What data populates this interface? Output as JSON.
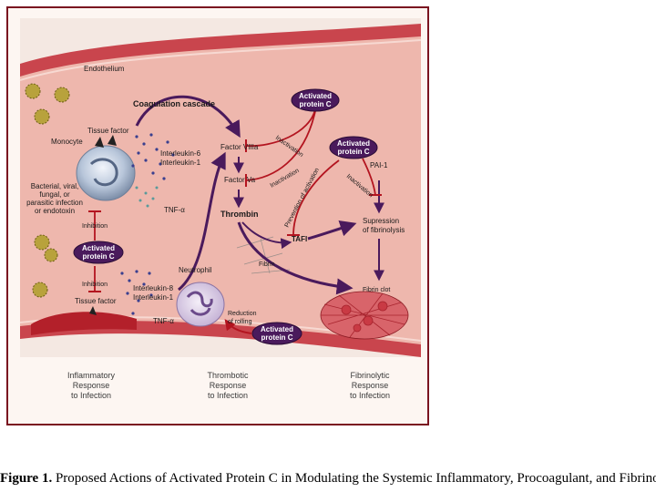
{
  "figure": {
    "endothelium": "Endothelium",
    "coagulation_cascade": "Coagulation cascade",
    "activated_protein_c": [
      "Activated",
      "protein C"
    ],
    "tissue_factor": "Tissue factor",
    "monocyte": "Monocyte",
    "interleukin_6": "Interleukin-6",
    "interleukin_1": "Interleukin-1",
    "tnf_alpha": "TNF-α",
    "infection_lines": [
      "Bacterial, viral,",
      "fungal, or",
      "parasitic infection",
      "or endotoxin"
    ],
    "inhibition": "Inhibition",
    "neutrophil": "Neutrophil",
    "interleukin_8": "Interleukin-8",
    "factor_viiia": "Factor VIIIa",
    "factor_va": "Factor Va",
    "thrombin": "Thrombin",
    "inactivation": "Inactivation",
    "prevention_of_activation": "Prevention of activation",
    "pai_1": "PAI-1",
    "tafi": "TAFI",
    "suppression_lines": [
      "Supression",
      "of fibrinolysis"
    ],
    "fibrin": "Fibrin",
    "fibrin_clot": "Fibrin clot",
    "reduction_lines": [
      "Reduction",
      "of rolling"
    ],
    "responses": [
      [
        "Inflammatory",
        "Response",
        "to Infection"
      ],
      [
        "Thrombotic",
        "Response",
        "to Infection"
      ],
      [
        "Fibrinolytic",
        "Response",
        "to Infection"
      ]
    ]
  },
  "caption": {
    "label": "Figure 1.",
    "text": " Proposed Actions of Activated Protein C in Modulating the Systemic Inflammatory, Procoagulant, and Fibrinolytic Host Responses to Infection."
  },
  "colors": {
    "frame": "#7a1420",
    "vessel_wall": "#c9454d",
    "lumen": "#eeb7ad",
    "pill": "#4a1a5c",
    "arrow_purple": "#4a1a5c",
    "inhibit_red": "#b3141f"
  }
}
